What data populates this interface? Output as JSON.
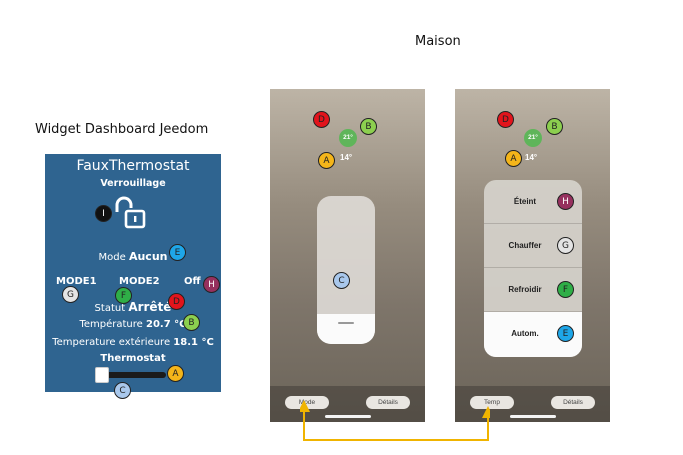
{
  "heading_left": "Widget Dashboard Jeedom",
  "heading_right": "Maison",
  "widget": {
    "title": "FauxThermostat",
    "lock_label": "Verrouillage",
    "mode_label": "Mode",
    "mode_value": "Aucun",
    "buttons": [
      "MODE1",
      "MODE2",
      "Off"
    ],
    "status_label": "Statut",
    "status_value": "Arrêté",
    "temp_label": "Température",
    "temp_value": "20.7 °C",
    "ext_label": "Temperature extérieure",
    "ext_value": "18.1 °C",
    "thermostat_label": "Thermostat"
  },
  "phone1": {
    "temp_badge": "21°",
    "temp_ext": "14°",
    "mode_button": "Mode",
    "details_button": "Détails"
  },
  "phone2": {
    "temp_badge": "21°",
    "temp_ext": "14°",
    "menu": [
      "Éteint",
      "Chauffer",
      "Refroidir",
      "Autom."
    ],
    "temp_button": "Temp",
    "details_button": "Détails"
  },
  "badges": {
    "a": "A",
    "b": "B",
    "c": "C",
    "d": "D",
    "e": "E",
    "f": "F",
    "g": "G",
    "h": "H",
    "i": "I"
  },
  "colors": {
    "widget_bg": "#2f6490",
    "badge_a": "#f4b51a",
    "badge_b": "#8ccf4f",
    "badge_c": "#a9c8ec",
    "badge_d": "#e2141c",
    "badge_e": "#1ea6e8",
    "badge_f": "#2fae47",
    "badge_g": "#e4e4e4",
    "badge_h": "#96305e",
    "badge_i": "#111111",
    "connector": "#f0b400"
  },
  "icons": [
    "lock-open-icon"
  ]
}
